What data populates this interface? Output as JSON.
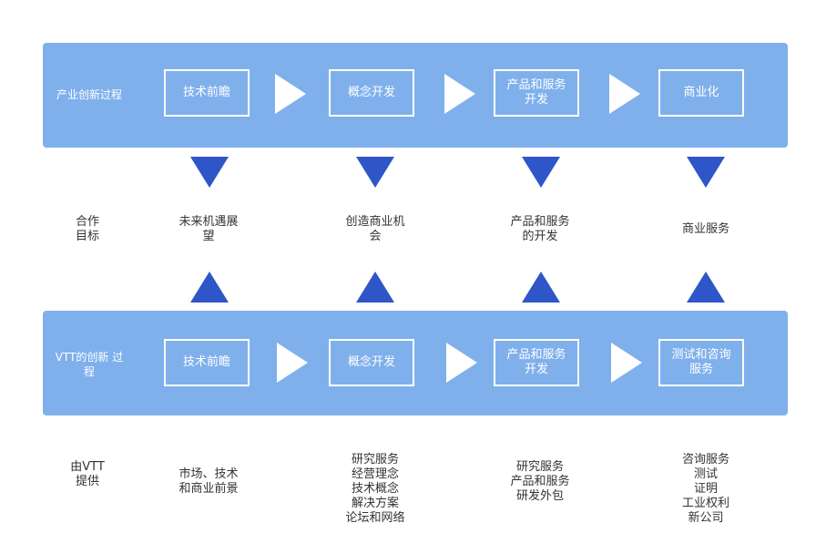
{
  "colors": {
    "band": "#7fb0ec",
    "triangle": "#2f56c8",
    "text": "#333333",
    "on_band": "#ffffff"
  },
  "top_process": {
    "label": "产业创新过程",
    "stages": [
      "技术前瞻",
      "概念开发",
      "产品和服务\n开发",
      "商业化"
    ]
  },
  "goals": {
    "label": "合作\n目标",
    "items": [
      "未来机遇展\n望",
      "创造商业机\n会",
      "产品和服务\n的开发",
      "商业服务"
    ]
  },
  "bottom_process": {
    "label": "VTT的创新\n过程",
    "stages": [
      "技术前瞻",
      "概念开发",
      "产品和服务\n开发",
      "测试和咨询\n服务"
    ]
  },
  "provided": {
    "label": "由VTT\n提供",
    "items": [
      "市场、技术\n和商业前景",
      "研究服务\n经营理念\n技术概念\n解决方案\n论坛和网络",
      "研究服务\n产品和服务\n研发外包",
      "咨询服务\n测试\n证明\n工业权利\n新公司"
    ]
  }
}
